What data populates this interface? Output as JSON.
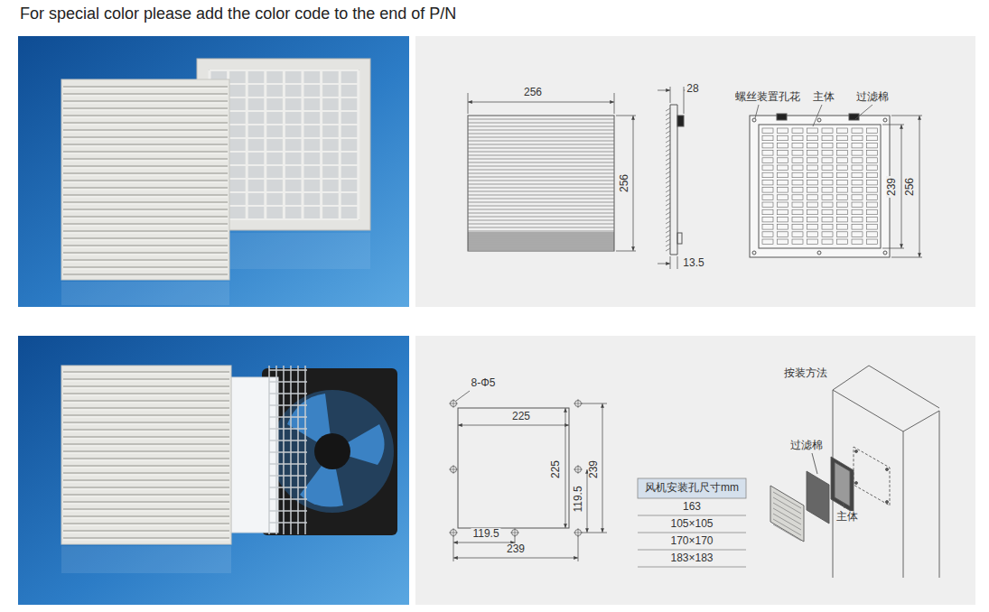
{
  "diagram": {
    "title": "For special color please add the color code to the end of P/N",
    "labels": [
      "256",
      "256",
      "28",
      "13.5",
      "螺丝装置孔花",
      "主体",
      "过滤棉",
      "239",
      "256",
      "8-Φ5",
      "225",
      "225",
      "119.5",
      "239",
      "119.5",
      "239",
      "风机安装孔尺寸mm",
      "163",
      "105×105",
      "170×170",
      "183×183",
      "按装方法",
      "过滤棉",
      "主体"
    ]
  }
}
